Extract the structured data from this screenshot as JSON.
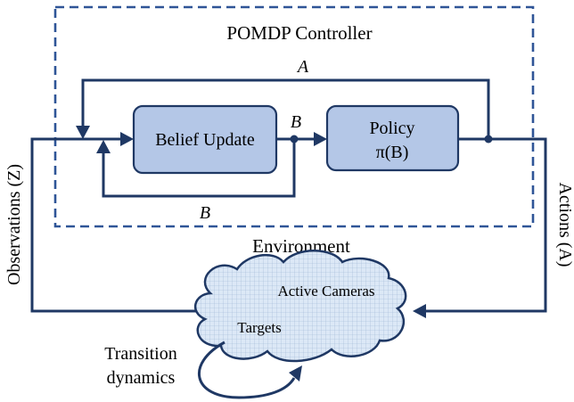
{
  "controller": {
    "label": "POMDP Controller"
  },
  "blocks": {
    "belief_update": "Belief Update",
    "policy_line1": "Policy",
    "policy_line2": "π(B)"
  },
  "signals": {
    "action_top": "A",
    "belief_out": "B",
    "belief_feedback": "B",
    "observations": "Observations (Z)",
    "actions": "Actions (A)"
  },
  "environment": {
    "label": "Environment",
    "cameras": "Active Cameras",
    "targets": "Targets"
  },
  "transition": {
    "line1": "Transition",
    "line2": "dynamics"
  },
  "colors": {
    "box_fill": "#b4c7e7",
    "stroke": "#1f3864",
    "dashed": "#2f5597",
    "cloud_fill": "#d5e3f5"
  }
}
